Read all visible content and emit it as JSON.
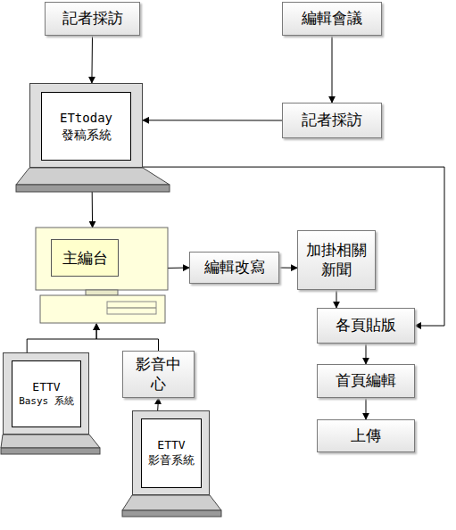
{
  "diagram": {
    "nodes": [
      {
        "text": [
          "記者採訪"
        ]
      },
      {
        "text": [
          "編輯會議"
        ]
      },
      {
        "text": [
          "ETtoday",
          "發稿系統"
        ]
      },
      {
        "text": [
          "記者採訪"
        ]
      },
      {
        "text": [
          "主編台"
        ]
      },
      {
        "text": [
          "編輯改寫"
        ]
      },
      {
        "text": [
          "加掛相關 新聞"
        ]
      },
      {
        "text": [
          "ETTV",
          "Basys 系統"
        ]
      },
      {
        "text": [
          "影音中心"
        ]
      },
      {
        "text": [
          "各頁貼版"
        ]
      },
      {
        "text": [
          "首頁編輯"
        ]
      },
      {
        "text": [
          "ETTV",
          "影音系統"
        ]
      },
      {
        "text": [
          "上傳"
        ]
      }
    ],
    "edges": [
      {
        "from": 0,
        "to": 2,
        "arrow": "to"
      },
      {
        "from": 1,
        "to": 3,
        "arrow": "to"
      },
      {
        "from": 3,
        "to": 2,
        "arrow": "to"
      },
      {
        "from": 2,
        "to": 4,
        "arrow": "to"
      },
      {
        "from": 2,
        "to": 9,
        "arrow": "to"
      },
      {
        "from": 4,
        "to": 5,
        "arrow": "to"
      },
      {
        "from": 5,
        "to": 6,
        "arrow": "to"
      },
      {
        "from": 6,
        "to": 9,
        "arrow": "to"
      },
      {
        "from": 9,
        "to": 10,
        "arrow": "to"
      },
      {
        "from": 10,
        "to": 12,
        "arrow": "to"
      },
      {
        "from": 7,
        "to": 4,
        "arrow": "to"
      },
      {
        "from": 8,
        "to": 4,
        "arrow": "to"
      },
      {
        "from": 11,
        "to": 8,
        "arrow": "to"
      }
    ]
  }
}
